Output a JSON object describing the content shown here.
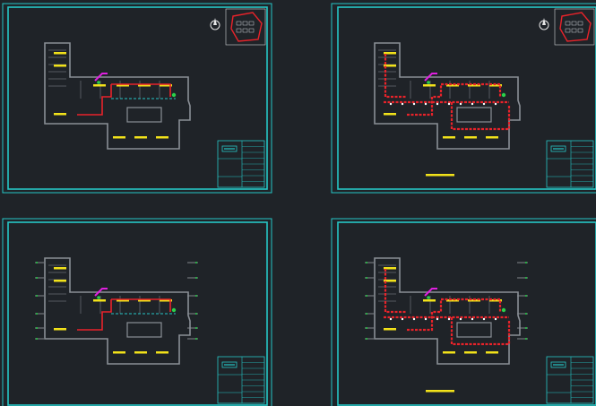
{
  "colors": {
    "background": "#1f2328",
    "frame": "#26c6c6",
    "wall": "#8a8f96",
    "fixture": "#f2e21a",
    "pipe_red": "#e8232a",
    "pipe_green": "#2ad14a",
    "accent_magenta": "#e020e0",
    "title_block_text": "#26c6c6"
  },
  "sheets": [
    {
      "id": "sheet-1",
      "variant": "partial",
      "has_site_plan": true,
      "has_scale_bar": false,
      "has_side_markers": false
    },
    {
      "id": "sheet-2",
      "variant": "full",
      "has_site_plan": true,
      "has_scale_bar": true,
      "has_side_markers": false
    },
    {
      "id": "sheet-3",
      "variant": "partial",
      "has_site_plan": false,
      "has_scale_bar": false,
      "has_side_markers": true
    },
    {
      "id": "sheet-4",
      "variant": "full",
      "has_site_plan": false,
      "has_scale_bar": true,
      "has_side_markers": true
    }
  ]
}
